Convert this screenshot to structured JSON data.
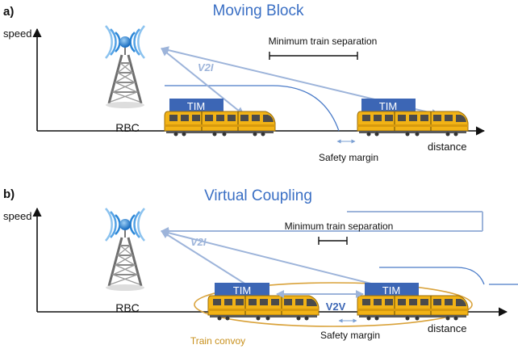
{
  "panel_a": {
    "letter": "a)",
    "title": "Moving Block",
    "y_axis": "speed",
    "x_axis": "distance",
    "tower_label": "RBC",
    "link_label": "V2I",
    "separation_label": "Minimum train separation",
    "margin_label": "Safety margin",
    "train_labels": [
      "TIM",
      "TIM"
    ]
  },
  "panel_b": {
    "letter": "b)",
    "title": "Virtual Coupling",
    "y_axis": "speed",
    "x_axis": "distance",
    "tower_label": "RBC",
    "link_label": "V2I",
    "separation_label": "Minimum train separation",
    "margin_label": "Safety margin",
    "v2v_label": "V2V",
    "convoy_label": "Train convoy",
    "train_labels": [
      "TIM",
      "TIM"
    ]
  },
  "colors": {
    "title": "#3a6fc4",
    "link": "#9db4da",
    "curve": "#4a7bc8",
    "tim_box": "#3c66b5",
    "train_body": "#f2b316",
    "convoy": "#d9a23a",
    "convoy_text": "#c8901c"
  },
  "icons": [
    "radio-tower-icon",
    "train-icon"
  ]
}
